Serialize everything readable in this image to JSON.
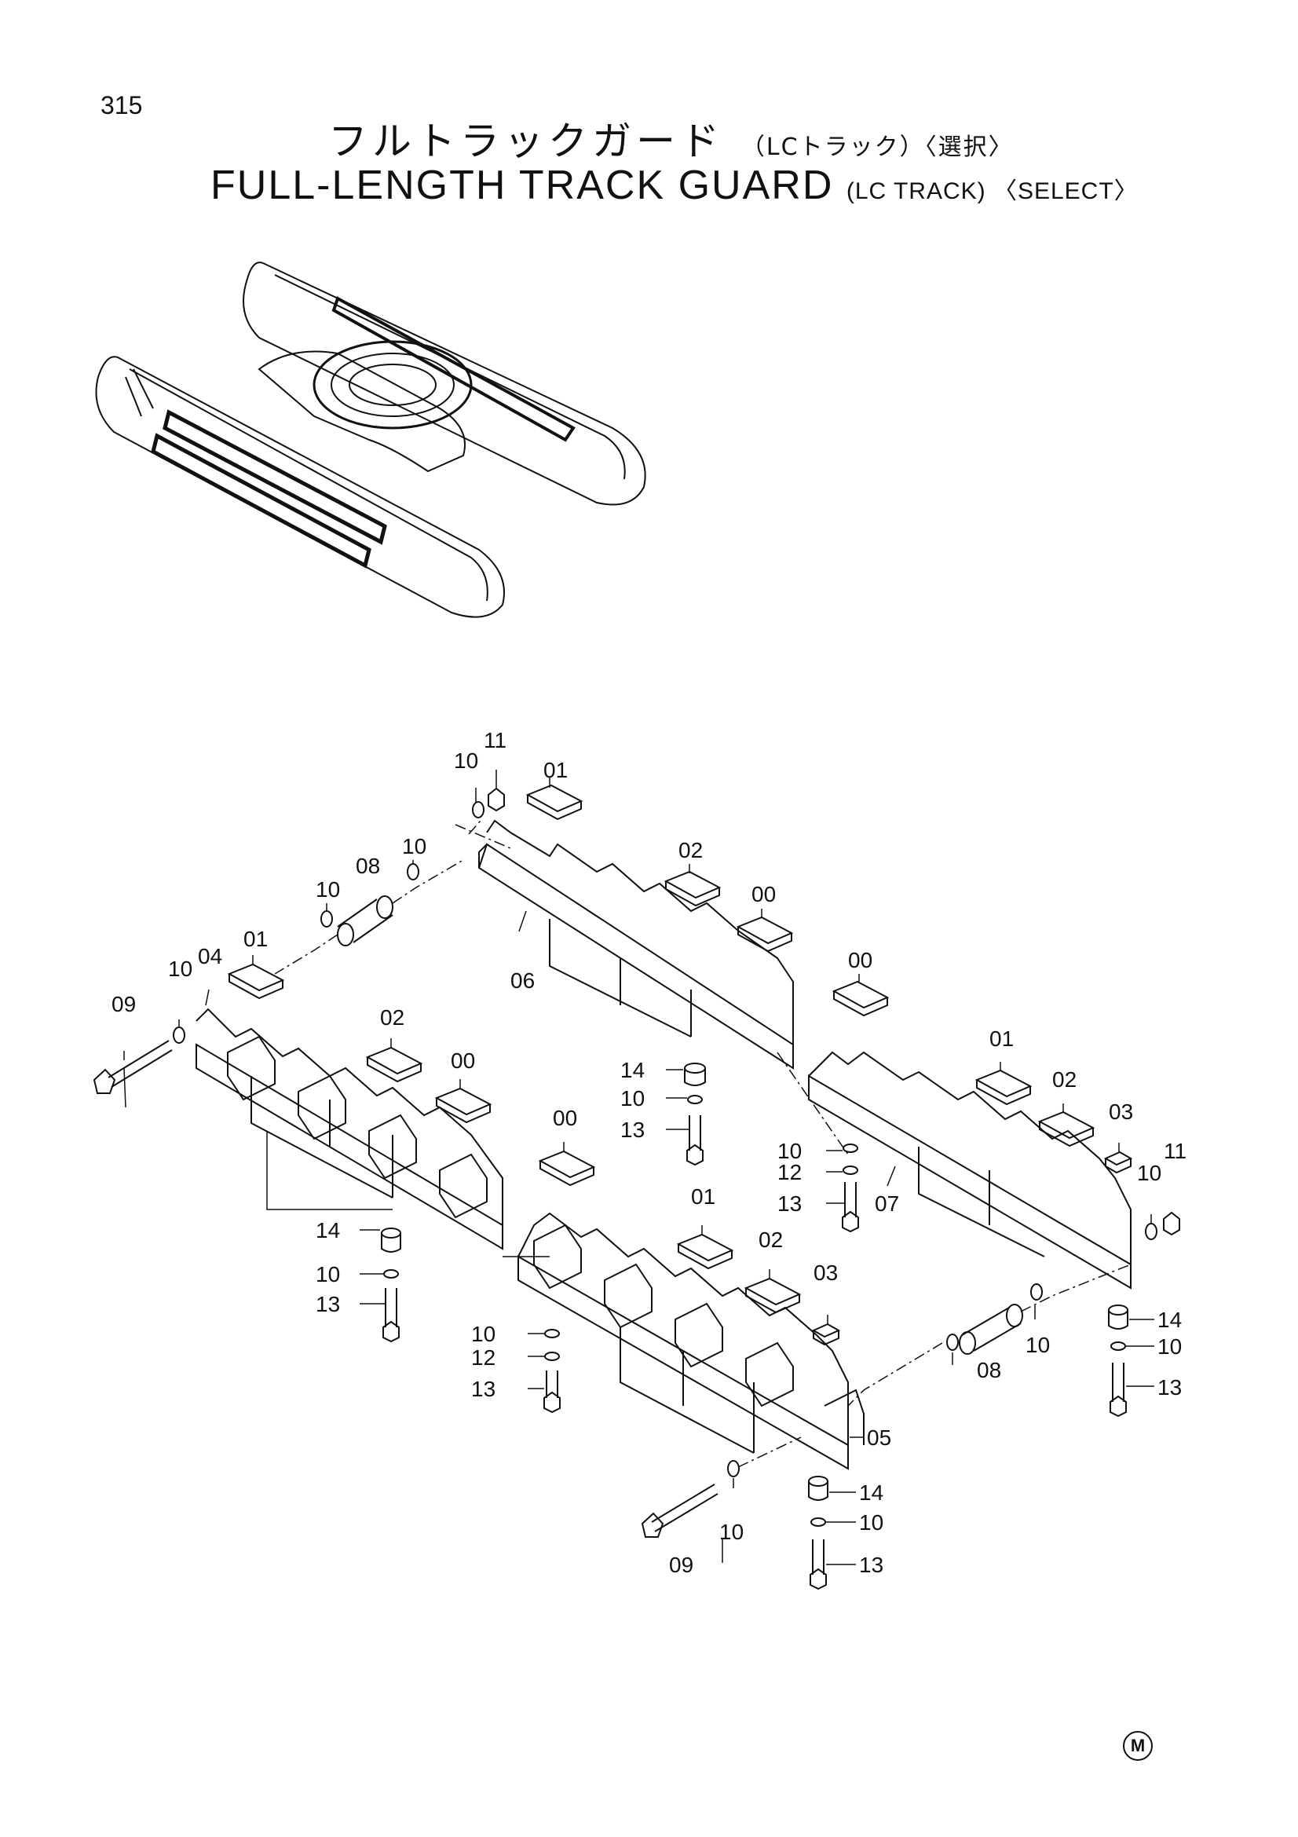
{
  "page": {
    "number": "315",
    "mark": "M"
  },
  "title": {
    "jp_main": "フルトラックガード",
    "jp_sub": "（LCトラック）〈選択〉",
    "en_main": "FULL-LENGTH TRACK GUARD",
    "en_sub": "(LC TRACK) 〈SELECT〉"
  },
  "callouts": [
    {
      "text": "10"
    },
    {
      "text": "11"
    },
    {
      "text": "01"
    },
    {
      "text": "10"
    },
    {
      "text": "10"
    },
    {
      "text": "08"
    },
    {
      "text": "02"
    },
    {
      "text": "00"
    },
    {
      "text": "01"
    },
    {
      "text": "10"
    },
    {
      "text": "04"
    },
    {
      "text": "06"
    },
    {
      "text": "00"
    },
    {
      "text": "09"
    },
    {
      "text": "02"
    },
    {
      "text": "00"
    },
    {
      "text": "01"
    },
    {
      "text": "14"
    },
    {
      "text": "10"
    },
    {
      "text": "13"
    },
    {
      "text": "02"
    },
    {
      "text": "03"
    },
    {
      "text": "11"
    },
    {
      "text": "10"
    },
    {
      "text": "00"
    },
    {
      "text": "10"
    },
    {
      "text": "12"
    },
    {
      "text": "13"
    },
    {
      "text": "07"
    },
    {
      "text": "01"
    },
    {
      "text": "14"
    },
    {
      "text": "10"
    },
    {
      "text": "13"
    },
    {
      "text": "02"
    },
    {
      "text": "03"
    },
    {
      "text": "10"
    },
    {
      "text": "12"
    },
    {
      "text": "13"
    },
    {
      "text": "14"
    },
    {
      "text": "10"
    },
    {
      "text": "08"
    },
    {
      "text": "10"
    },
    {
      "text": "13"
    },
    {
      "text": "05"
    },
    {
      "text": "14"
    },
    {
      "text": "10"
    },
    {
      "text": "09"
    },
    {
      "text": "10"
    },
    {
      "text": "13"
    }
  ]
}
